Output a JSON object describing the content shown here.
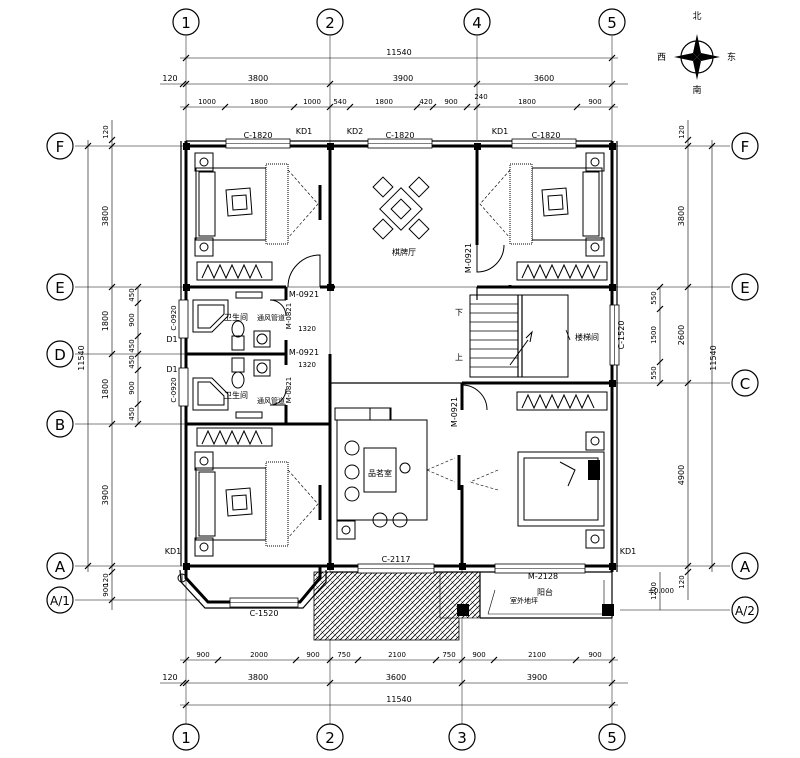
{
  "compass": {
    "north": "北",
    "south": "南",
    "east": "东",
    "west": "西"
  },
  "axes": {
    "top": [
      "1",
      "2",
      "4",
      "5"
    ],
    "bottom": [
      "1",
      "2",
      "3",
      "5"
    ],
    "left": [
      "F",
      "E",
      "D",
      "B",
      "A",
      "A/1"
    ],
    "right": [
      "F",
      "E",
      "C",
      "A",
      "A/2"
    ]
  },
  "dims": {
    "top_total": "11540",
    "top_left_stub": "120",
    "top_bays": [
      "3800",
      "3900",
      "3600"
    ],
    "top_detail": [
      "1000",
      "1800",
      "1000",
      "540",
      "1800",
      "420",
      "900",
      "240",
      "1800",
      "900"
    ],
    "bottom_detail": [
      "900",
      "2000",
      "900",
      "750",
      "2100",
      "750",
      "900",
      "2100",
      "900"
    ],
    "bottom_left_stub": "120",
    "bottom_bays": [
      "3800",
      "3600",
      "3900"
    ],
    "bottom_total": "11540",
    "left_outer": "11540",
    "left_inner": [
      "120",
      "3800",
      "1800",
      "1800",
      "3900",
      "120",
      "900"
    ],
    "left_detail": [
      "450",
      "900",
      "450",
      "450",
      "900",
      "450"
    ],
    "right_outer": "11540",
    "right_inner": [
      "120",
      "3800",
      "2600",
      "4900",
      "120"
    ],
    "right_detail": [
      "550",
      "1500",
      "550"
    ],
    "right_bottom": "1200",
    "mid_1320": "1320"
  },
  "labels": {
    "c1820_a": "C-1820",
    "kd1_a": "KD1",
    "kd2": "KD2",
    "c1820_b": "C-1820",
    "kd1_b": "KD1",
    "c1820_c": "C-1820",
    "chess_room": "棋牌厅",
    "m0921_a": "M-0921",
    "m0921_b": "M-0921",
    "m0921_c": "M-0921",
    "m0921_d": "M-0921",
    "m0821_a": "M-0821",
    "m0821_b": "M-0821",
    "c0920_a": "C-0920",
    "c0920_b": "C-0920",
    "d1_a": "D1",
    "d1_b": "D1",
    "bath_a": "卫生间",
    "bath_b": "卫生间",
    "stair_room": "楼梯间",
    "c1520_right": "C-1520",
    "stair_down": "下",
    "stair_up": "上",
    "tea_room": "品茗室",
    "c2117": "C-2117",
    "kd1_c": "KD1",
    "kd1_d": "KD1",
    "c1520_bottom": "C-1520",
    "m2128": "M-2128",
    "balcony": "阳台",
    "balcony_note": "室外地坪",
    "level_note": "±0.000",
    "vent_a": "通风管道",
    "vent_b": "通风管道"
  }
}
